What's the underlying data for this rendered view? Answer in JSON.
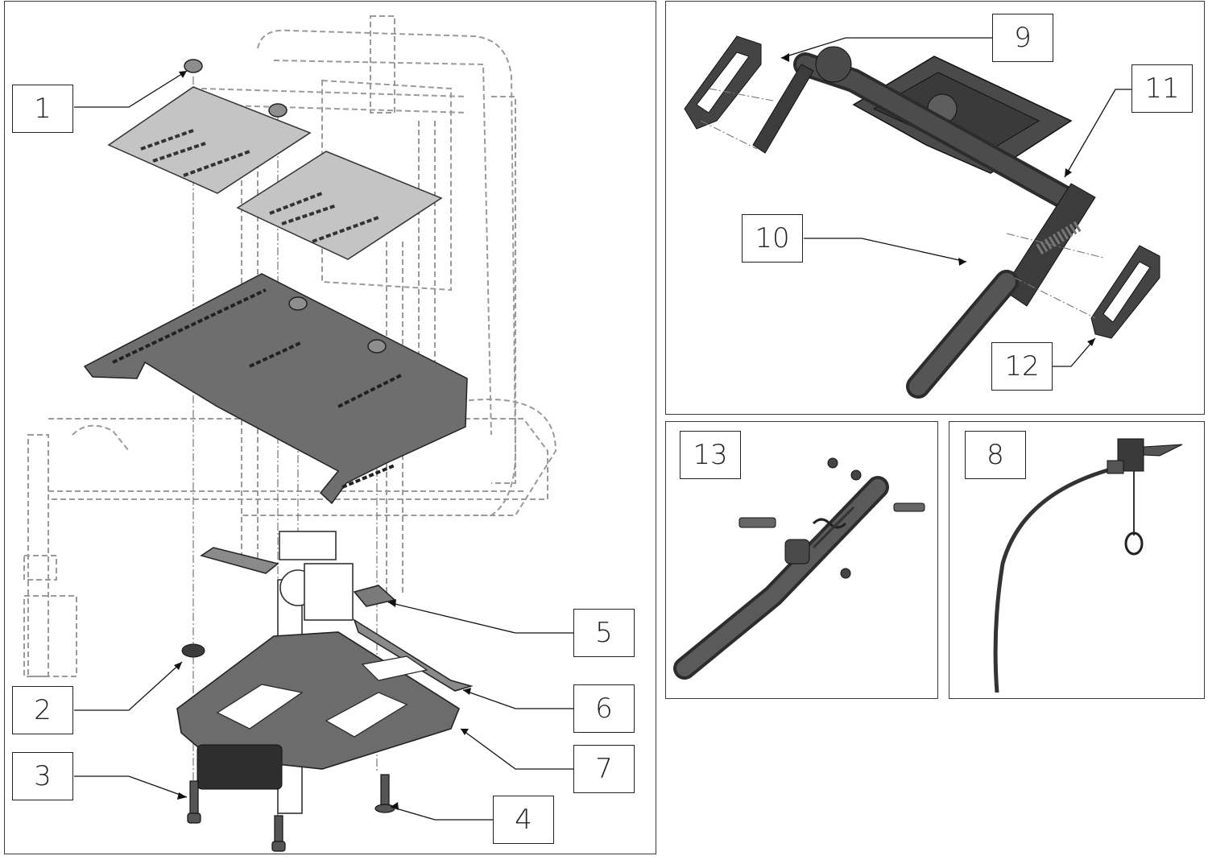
{
  "callouts": {
    "c1": "1",
    "c2": "2",
    "c3": "3",
    "c4": "4",
    "c5": "5",
    "c6": "6",
    "c7": "7",
    "c8": "8",
    "c9": "9",
    "c10": "10",
    "c11": "11",
    "c12": "12",
    "c13": "13"
  },
  "colors": {
    "frame_dash": "#9a9a9a",
    "plate_light": "#b9b9b9",
    "plate_dark": "#6e6e6e",
    "part_dark": "#3c3c3c",
    "border": "#3a3a3a"
  }
}
